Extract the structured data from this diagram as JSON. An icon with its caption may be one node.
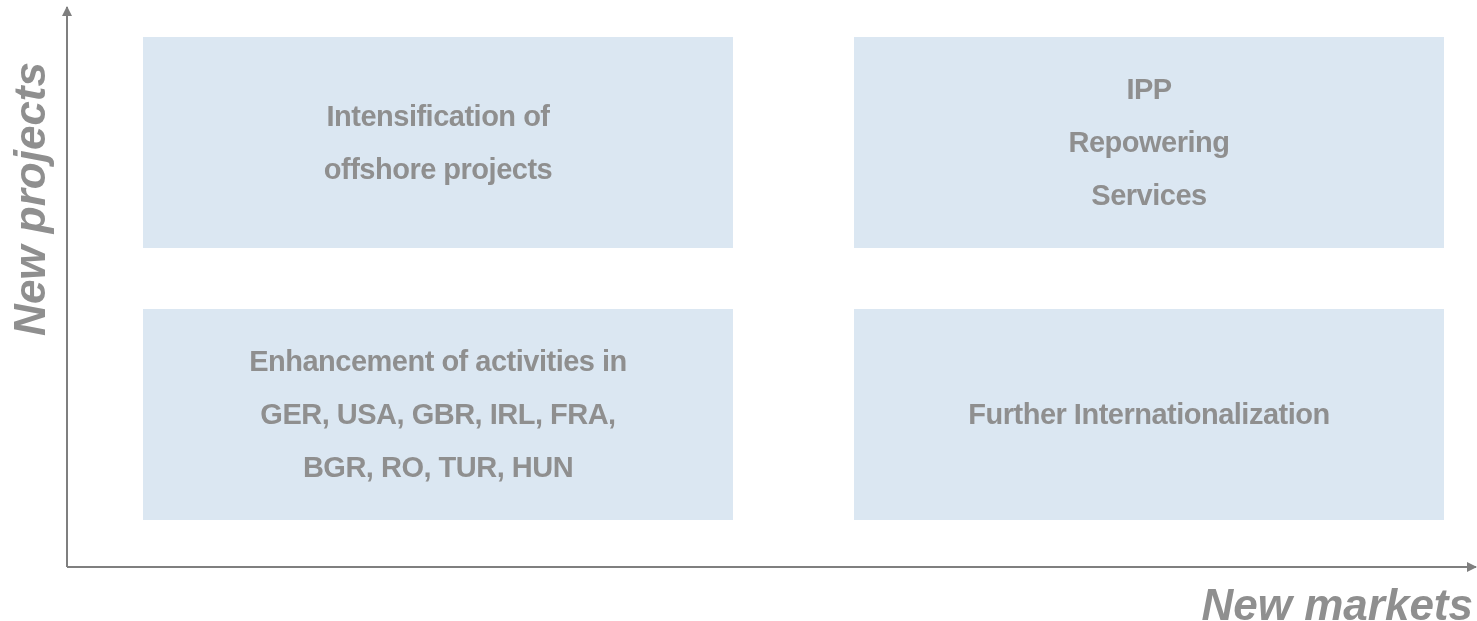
{
  "diagram": {
    "nodes": [
      {
        "text": [
          "Intensification of offshore projects"
        ]
      },
      {
        "text": [
          "IPP",
          "Repowering",
          "Services"
        ]
      },
      {
        "text": [
          "Enhancement of activities in GER, USA, GBR, IRL, FRA, BGR, RO, TUR, HUN"
        ]
      },
      {
        "text": [
          "Further Internationalization"
        ]
      }
    ],
    "edges": [],
    "labels": [
      "New projects",
      "New markets"
    ]
  }
}
